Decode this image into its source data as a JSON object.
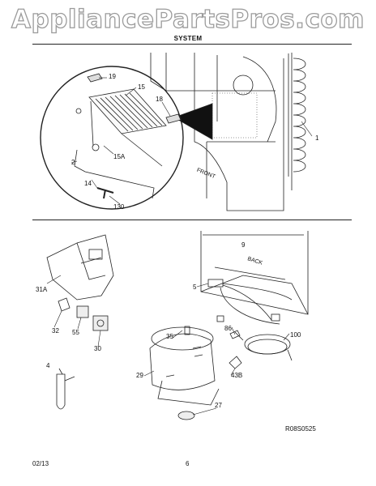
{
  "watermark": "AppliancePartsPros.com",
  "header": {
    "section_title": "SYSTEM"
  },
  "callouts": {
    "c1": "1",
    "c2": "2",
    "c4": "4",
    "c5": "5",
    "c9": "9",
    "c14": "14",
    "c15": "15",
    "c15a": "15A",
    "c18": "18",
    "c19": "19",
    "c27": "27",
    "c29": "29",
    "c30": "30",
    "c31a": "31A",
    "c32": "32",
    "c35": "35",
    "c43b": "43B",
    "c55": "55",
    "c86": "86",
    "c100": "100",
    "c130": "130"
  },
  "labels": {
    "front": "FRONT",
    "back": "BACK"
  },
  "figure_code": "R08S0525",
  "footer": {
    "date": "02/13",
    "page": "6"
  },
  "icons": {
    "watermark_logo": "appliancepartspros-watermark"
  }
}
